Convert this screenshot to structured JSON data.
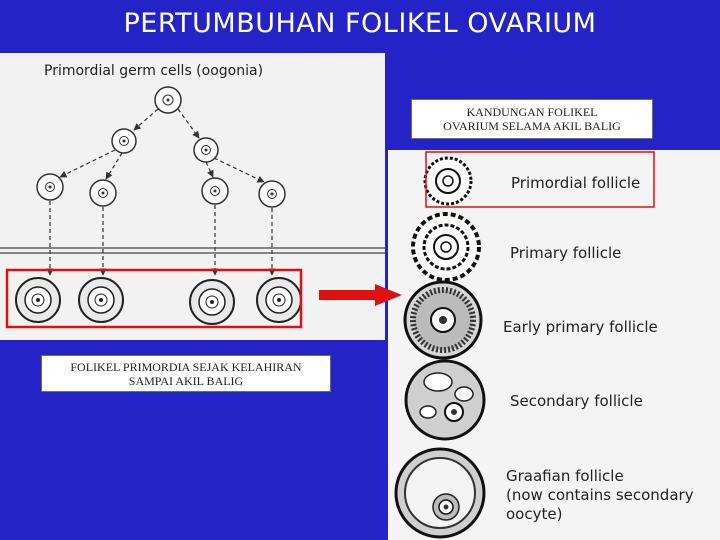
{
  "slide": {
    "title": "PERTUMBUHAN FOLIKEL OVARIUM"
  },
  "left_figure": {
    "header": "Primordial germ cells (oogonia)"
  },
  "right_figure": {
    "stages": [
      "Primordial follicle",
      "Primary follicle",
      "Early primary follicle",
      "Secondary follicle",
      "Graafian follicle",
      "(now contains secondary",
      "oocyte)"
    ]
  },
  "callouts": {
    "right_line1": "KANDUNGAN FOLIKEL",
    "right_line2": "OVARIUM SELAMA AKIL BALIG",
    "left_line1": "FOLIKEL PRIMORDIA SEJAK KELAHIRAN",
    "left_line2": "SAMPAI AKIL BALIG"
  },
  "colors": {
    "background": "#2323c8",
    "highlight": "#e01010",
    "title_text": "#ffffff"
  }
}
